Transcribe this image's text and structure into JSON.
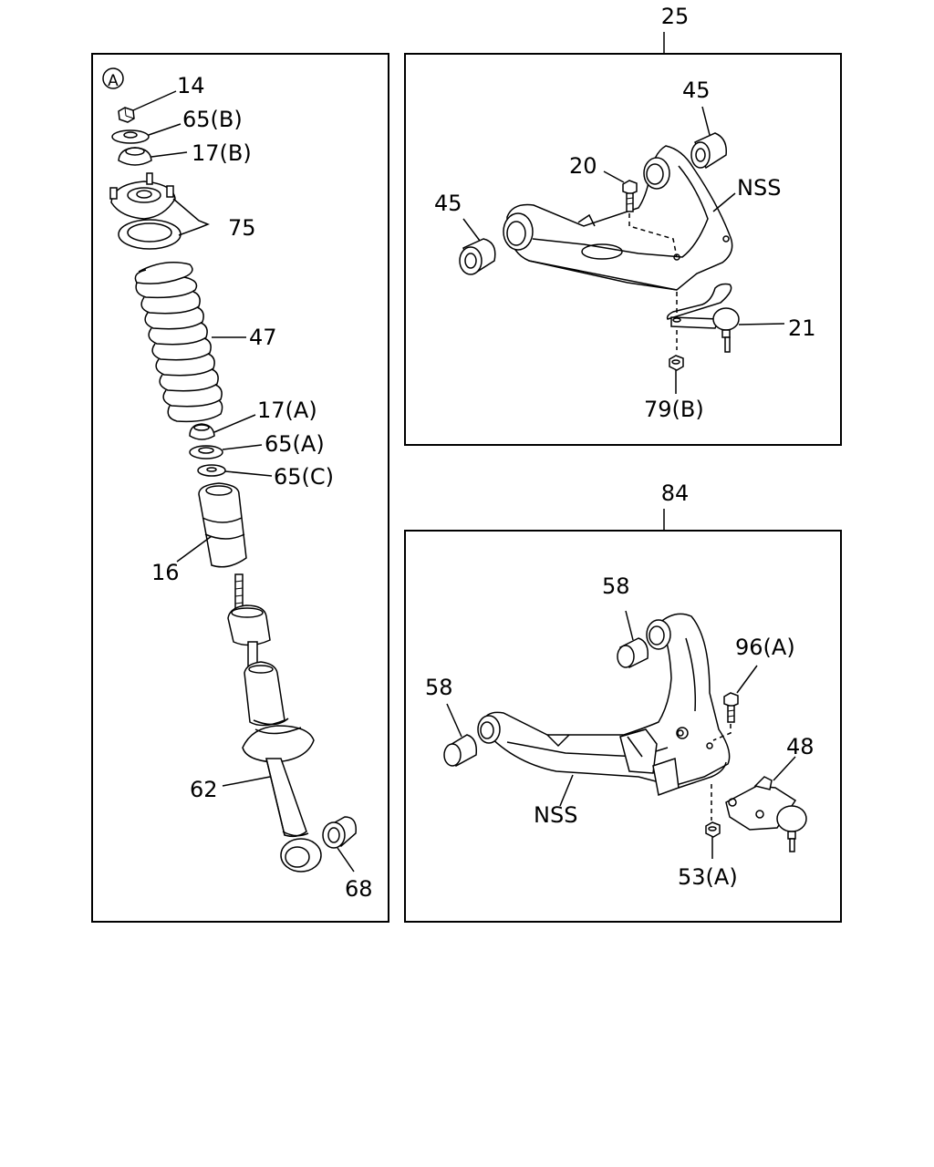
{
  "panel_a": {
    "marker": "A",
    "labels": {
      "p14": "14",
      "p65b": "65(B)",
      "p17b": "17(B)",
      "p75": "75",
      "p47": "47",
      "p17a": "17(A)",
      "p65a": "65(A)",
      "p65c": "65(C)",
      "p16": "16",
      "p62": "62",
      "p68": "68"
    }
  },
  "panel_upper": {
    "ref": "25",
    "labels": {
      "p45a": "45",
      "p45b": "45",
      "p20": "20",
      "nss": "NSS",
      "p21": "21",
      "p79b": "79(B)"
    }
  },
  "panel_lower": {
    "ref": "84",
    "labels": {
      "p58a": "58",
      "p58b": "58",
      "p96a": "96(A)",
      "p48": "48",
      "nss": "NSS",
      "p53a": "53(A)"
    }
  }
}
